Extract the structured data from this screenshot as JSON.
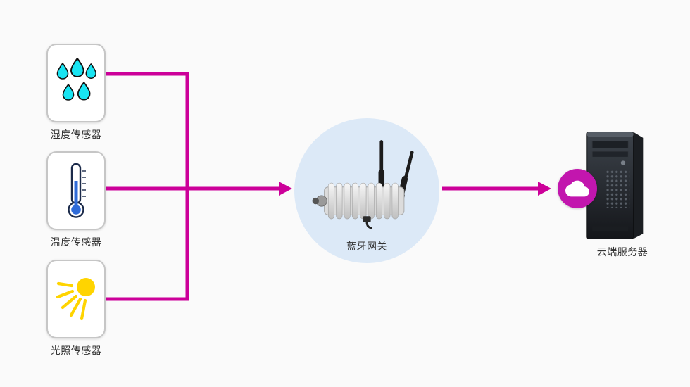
{
  "colors": {
    "bg": "#fafafa",
    "arrow": "#cc0099",
    "badge": "#c216ae",
    "droplet": "#19e4f2",
    "thermometer": "#2f6bd8",
    "sun": "#ffd400",
    "gateway-bg": "#dce9f7"
  },
  "sensors": [
    {
      "label": "湿度传感器",
      "icon": "humidity-droplets-icon"
    },
    {
      "label": "温度传感器",
      "icon": "thermometer-icon"
    },
    {
      "label": "光照传感器",
      "icon": "sunlight-icon"
    }
  ],
  "gateway": {
    "label": "蓝牙网关",
    "icon": "bluetooth-gateway-device-image"
  },
  "server": {
    "label": "云端服务器",
    "icon": "server-tower-image",
    "badge_icon": "cloud-icon"
  }
}
